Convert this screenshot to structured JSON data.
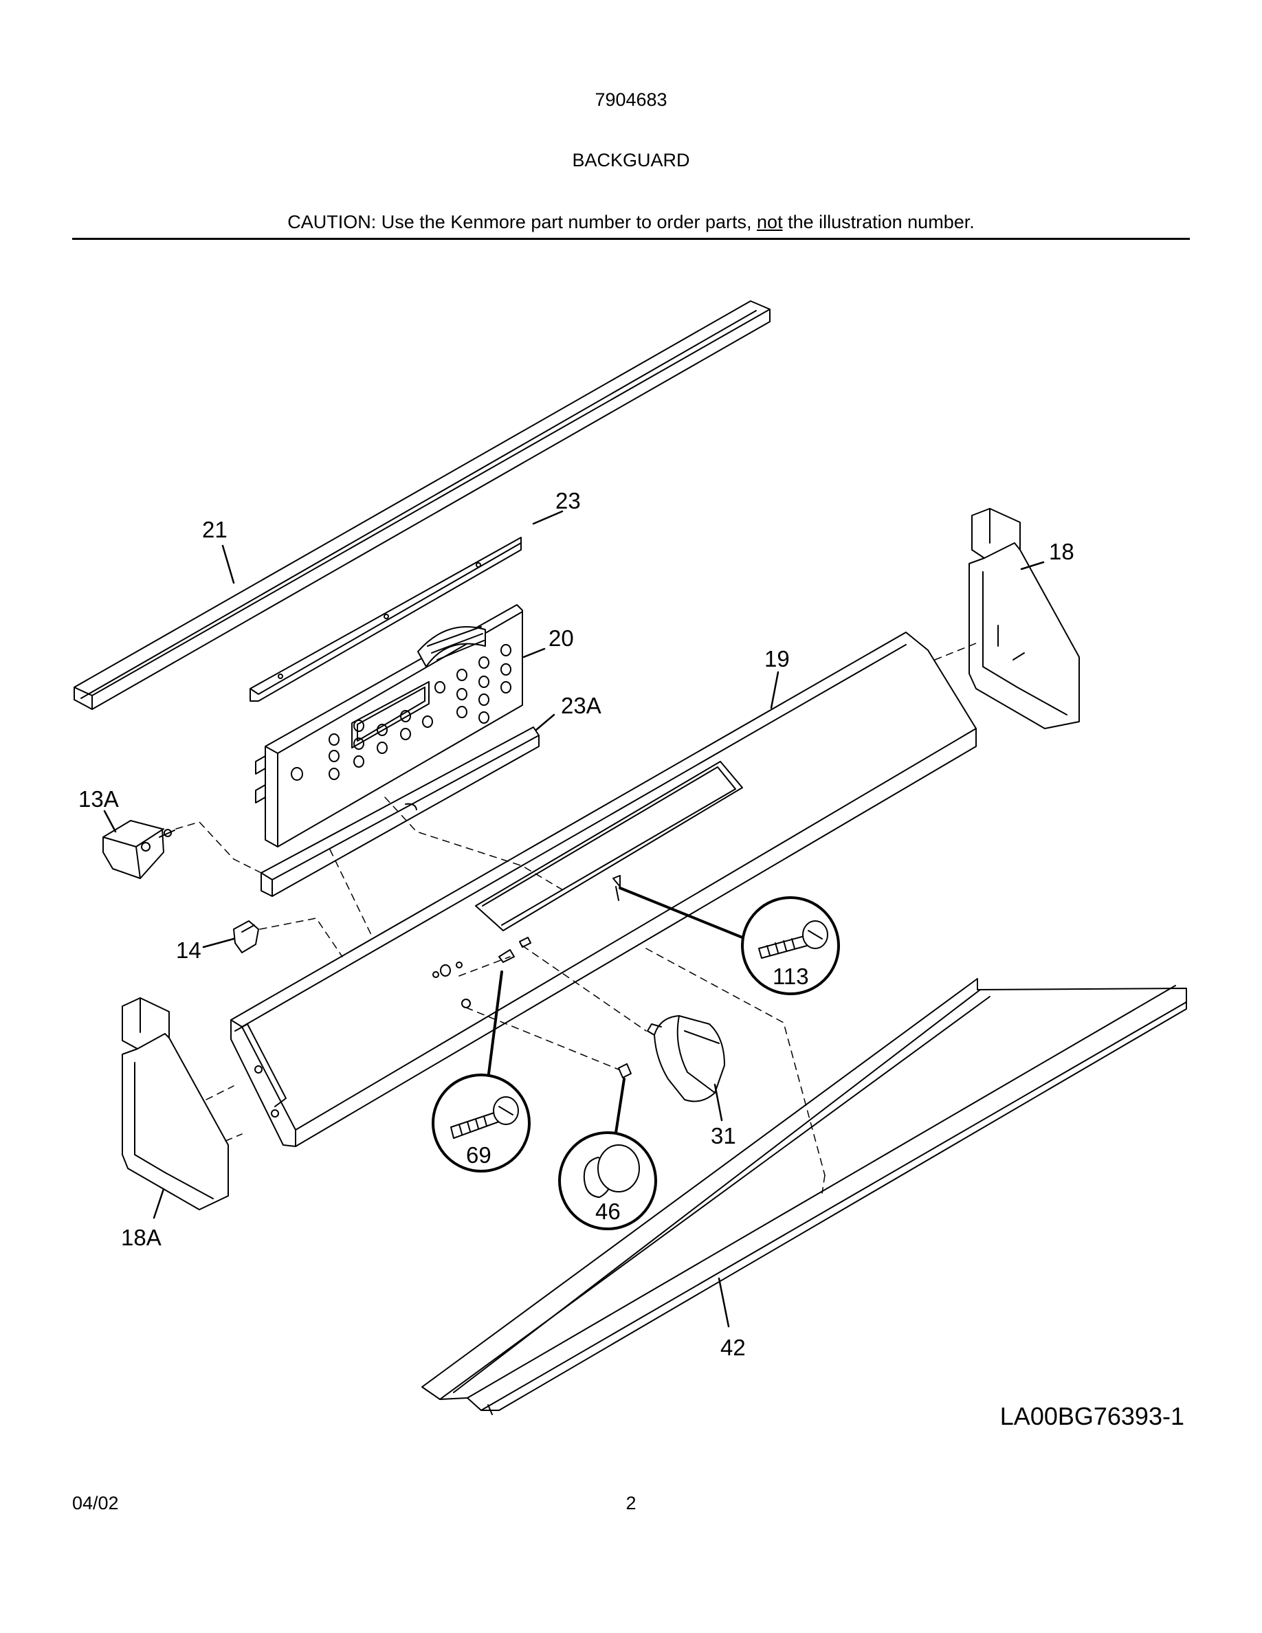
{
  "header": {
    "model_number": "7904683",
    "section_title": "BACKGUARD",
    "caution_prefix": "CAUTION: Use the Kenmore part number to order parts, ",
    "caution_emphasis": "not",
    "caution_suffix": " the illustration number."
  },
  "callouts": {
    "p21": "21",
    "p23": "23",
    "p18": "18",
    "p20": "20",
    "p19": "19",
    "p23A": "23A",
    "p13A": "13A",
    "p14": "14",
    "p113": "113",
    "p69": "69",
    "p31": "31",
    "p46": "46",
    "p18A": "18A",
    "p42": "42"
  },
  "footer": {
    "drawing_id": "LA00BG76393-1",
    "date": "04/02",
    "page_number": "2"
  }
}
